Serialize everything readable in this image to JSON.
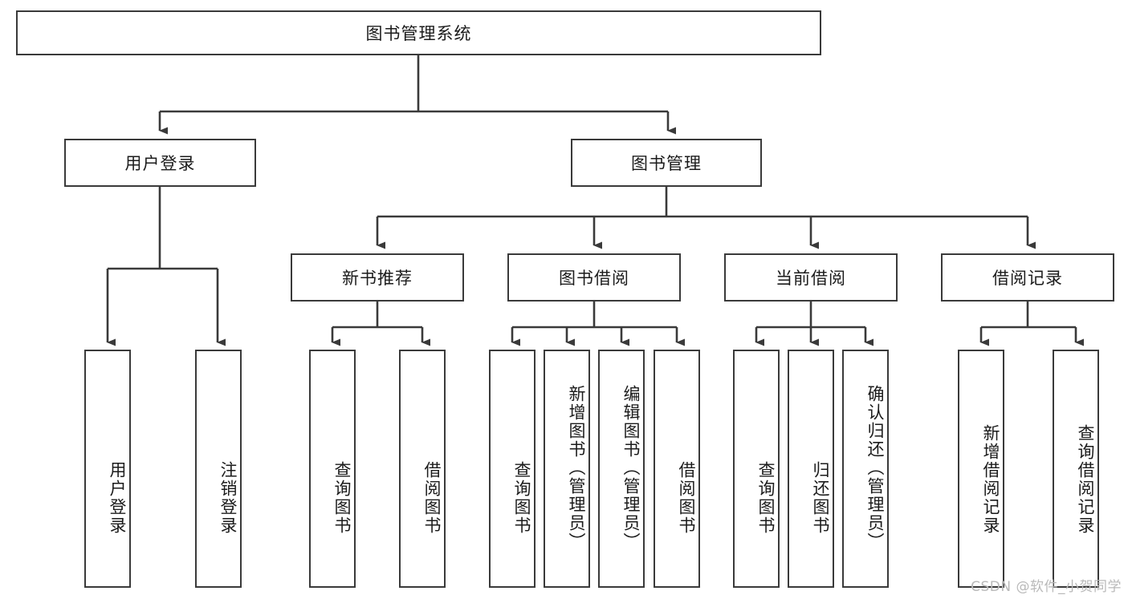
{
  "diagram": {
    "title": "图书管理系统",
    "type": "functional-structure-tree",
    "root": {
      "id": "root",
      "label": "图书管理系统"
    },
    "level2": [
      {
        "id": "user-login",
        "label": "用户登录"
      },
      {
        "id": "book-manage",
        "label": "图书管理"
      }
    ],
    "level3": [
      {
        "id": "new-book-recommend",
        "label": "新书推荐",
        "parent": "book-manage"
      },
      {
        "id": "book-borrow",
        "label": "图书借阅",
        "parent": "book-manage"
      },
      {
        "id": "current-borrow",
        "label": "当前借阅",
        "parent": "book-manage"
      },
      {
        "id": "borrow-record",
        "label": "借阅记录",
        "parent": "book-manage"
      }
    ],
    "leaves": [
      {
        "id": "leaf-user-login",
        "label": "用户登录",
        "parent": "user-login"
      },
      {
        "id": "leaf-user-logout",
        "label": "注销登录",
        "parent": "user-login"
      },
      {
        "id": "leaf-query-book-1",
        "label": "查询图书",
        "parent": "new-book-recommend"
      },
      {
        "id": "leaf-borrow-book-1",
        "label": "借阅图书",
        "parent": "new-book-recommend"
      },
      {
        "id": "leaf-query-book-2",
        "label": "查询图书",
        "parent": "book-borrow"
      },
      {
        "id": "leaf-add-book",
        "label": "新增图书（管理员）",
        "parent": "book-borrow"
      },
      {
        "id": "leaf-edit-book",
        "label": "编辑图书（管理员）",
        "parent": "book-borrow"
      },
      {
        "id": "leaf-borrow-book-2",
        "label": "借阅图书",
        "parent": "book-borrow"
      },
      {
        "id": "leaf-query-book-3",
        "label": "查询图书",
        "parent": "current-borrow"
      },
      {
        "id": "leaf-return-book",
        "label": "归还图书",
        "parent": "current-borrow"
      },
      {
        "id": "leaf-confirm-return",
        "label": "确认归还（管理员）",
        "parent": "current-borrow"
      },
      {
        "id": "leaf-add-record",
        "label": "新增借阅记录",
        "parent": "borrow-record"
      },
      {
        "id": "leaf-query-record",
        "label": "查询借阅记录",
        "parent": "borrow-record"
      }
    ]
  },
  "watermark": {
    "text": "CSDN @软件_小贺同学"
  },
  "colors": {
    "border": "#3a3a3a",
    "text": "#1b1b1b",
    "background": "#ffffff",
    "watermark": "#b9b9b9"
  }
}
